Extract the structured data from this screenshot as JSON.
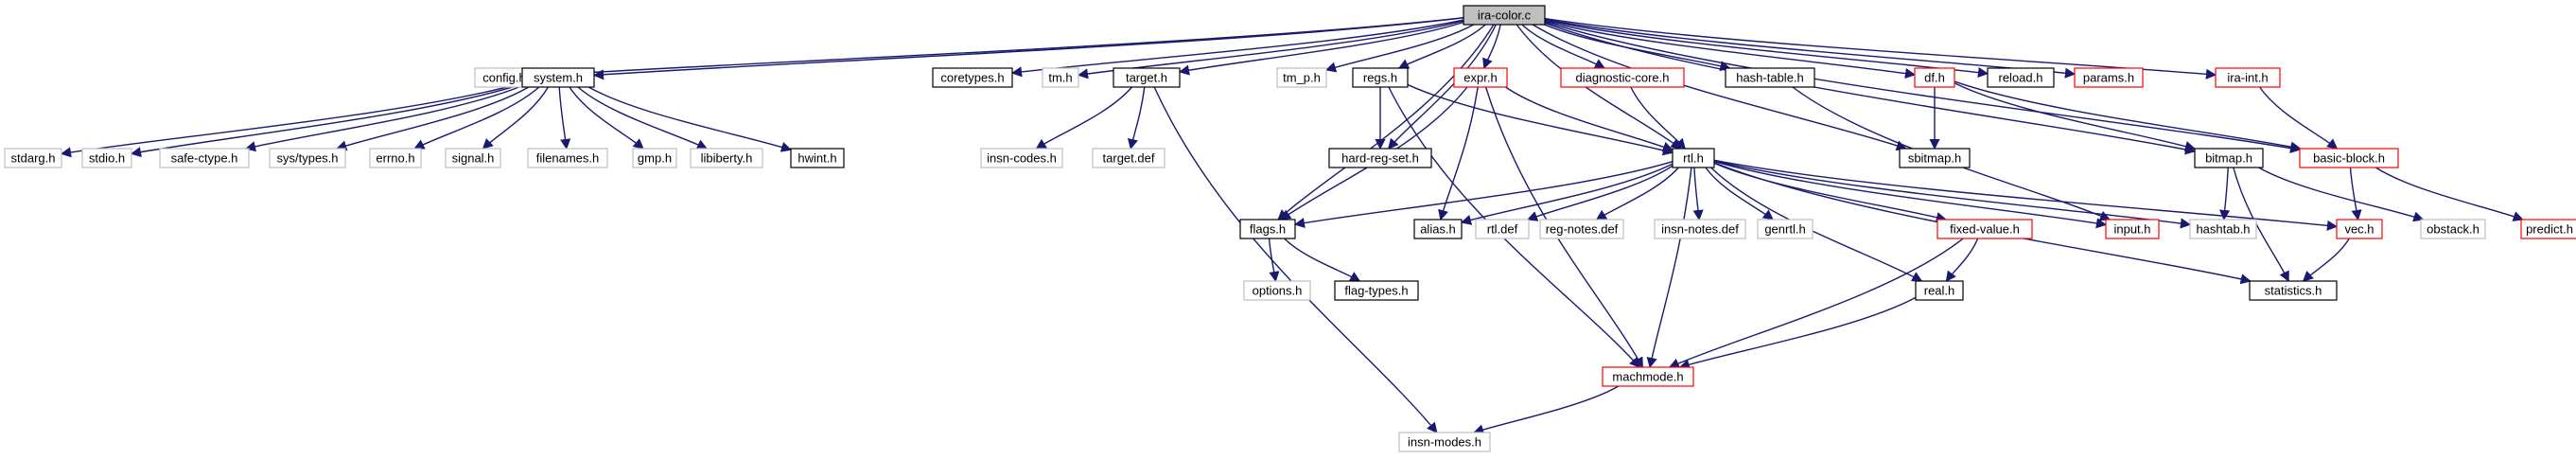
{
  "colors": {
    "edge": "#191970",
    "root_fill": "#bfbfbf",
    "root_border": "#000000",
    "documented_border": "#000000",
    "undocumented_border": "#bfbfbf",
    "incomplete_border": "#ff0000",
    "node_fill": "#ffffff"
  },
  "nodes": [
    {
      "id": "ira-color",
      "label": "ira-color.c",
      "style": "root"
    },
    {
      "id": "config",
      "label": "config.h",
      "style": "undocumented"
    },
    {
      "id": "system",
      "label": "system.h",
      "style": "documented"
    },
    {
      "id": "coretypes",
      "label": "coretypes.h",
      "style": "documented"
    },
    {
      "id": "tm",
      "label": "tm.h",
      "style": "undocumented"
    },
    {
      "id": "target",
      "label": "target.h",
      "style": "documented"
    },
    {
      "id": "tm_p",
      "label": "tm_p.h",
      "style": "undocumented"
    },
    {
      "id": "regs",
      "label": "regs.h",
      "style": "documented"
    },
    {
      "id": "expr",
      "label": "expr.h",
      "style": "incomplete"
    },
    {
      "id": "diagnostic-core",
      "label": "diagnostic-core.h",
      "style": "incomplete"
    },
    {
      "id": "hash-table",
      "label": "hash-table.h",
      "style": "documented"
    },
    {
      "id": "df",
      "label": "df.h",
      "style": "incomplete"
    },
    {
      "id": "reload",
      "label": "reload.h",
      "style": "documented"
    },
    {
      "id": "params",
      "label": "params.h",
      "style": "incomplete"
    },
    {
      "id": "ira-int",
      "label": "ira-int.h",
      "style": "incomplete"
    },
    {
      "id": "stdarg",
      "label": "stdarg.h",
      "style": "undocumented"
    },
    {
      "id": "stdio",
      "label": "stdio.h",
      "style": "undocumented"
    },
    {
      "id": "safe-ctype",
      "label": "safe-ctype.h",
      "style": "undocumented"
    },
    {
      "id": "sys-types",
      "label": "sys/types.h",
      "style": "undocumented"
    },
    {
      "id": "errno",
      "label": "errno.h",
      "style": "undocumented"
    },
    {
      "id": "signal",
      "label": "signal.h",
      "style": "undocumented"
    },
    {
      "id": "filenames",
      "label": "filenames.h",
      "style": "undocumented"
    },
    {
      "id": "gmp",
      "label": "gmp.h",
      "style": "undocumented"
    },
    {
      "id": "libiberty",
      "label": "libiberty.h",
      "style": "undocumented"
    },
    {
      "id": "hwint",
      "label": "hwint.h",
      "style": "documented"
    },
    {
      "id": "insn-codes",
      "label": "insn-codes.h",
      "style": "undocumented"
    },
    {
      "id": "target-def",
      "label": "target.def",
      "style": "undocumented"
    },
    {
      "id": "hard-reg-set",
      "label": "hard-reg-set.h",
      "style": "documented"
    },
    {
      "id": "rtl",
      "label": "rtl.h",
      "style": "documented"
    },
    {
      "id": "sbitmap",
      "label": "sbitmap.h",
      "style": "documented"
    },
    {
      "id": "bitmap",
      "label": "bitmap.h",
      "style": "documented"
    },
    {
      "id": "basic-block",
      "label": "basic-block.h",
      "style": "incomplete"
    },
    {
      "id": "flags",
      "label": "flags.h",
      "style": "documented"
    },
    {
      "id": "alias",
      "label": "alias.h",
      "style": "documented"
    },
    {
      "id": "rtl-def",
      "label": "rtl.def",
      "style": "undocumented"
    },
    {
      "id": "reg-notes",
      "label": "reg-notes.def",
      "style": "undocumented"
    },
    {
      "id": "insn-notes",
      "label": "insn-notes.def",
      "style": "undocumented"
    },
    {
      "id": "genrtl",
      "label": "genrtl.h",
      "style": "undocumented"
    },
    {
      "id": "fixed-value",
      "label": "fixed-value.h",
      "style": "incomplete"
    },
    {
      "id": "input",
      "label": "input.h",
      "style": "incomplete"
    },
    {
      "id": "hashtab",
      "label": "hashtab.h",
      "style": "undocumented"
    },
    {
      "id": "vec",
      "label": "vec.h",
      "style": "incomplete"
    },
    {
      "id": "obstack",
      "label": "obstack.h",
      "style": "undocumented"
    },
    {
      "id": "predict",
      "label": "predict.h",
      "style": "incomplete"
    },
    {
      "id": "options",
      "label": "options.h",
      "style": "undocumented"
    },
    {
      "id": "flag-types",
      "label": "flag-types.h",
      "style": "documented"
    },
    {
      "id": "real",
      "label": "real.h",
      "style": "documented"
    },
    {
      "id": "statistics",
      "label": "statistics.h",
      "style": "documented"
    },
    {
      "id": "machmode",
      "label": "machmode.h",
      "style": "incomplete"
    },
    {
      "id": "insn-modes",
      "label": "insn-modes.h",
      "style": "undocumented"
    }
  ],
  "edges": [
    [
      "ira-color",
      "config"
    ],
    [
      "ira-color",
      "system"
    ],
    [
      "ira-color",
      "coretypes"
    ],
    [
      "ira-color",
      "tm"
    ],
    [
      "ira-color",
      "target"
    ],
    [
      "ira-color",
      "tm_p"
    ],
    [
      "ira-color",
      "regs"
    ],
    [
      "ira-color",
      "expr"
    ],
    [
      "ira-color",
      "diagnostic-core"
    ],
    [
      "ira-color",
      "hash-table"
    ],
    [
      "ira-color",
      "df"
    ],
    [
      "ira-color",
      "reload"
    ],
    [
      "ira-color",
      "params"
    ],
    [
      "ira-color",
      "ira-int"
    ],
    [
      "ira-color",
      "flags"
    ],
    [
      "ira-color",
      "hard-reg-set"
    ],
    [
      "ira-color",
      "rtl"
    ],
    [
      "ira-color",
      "sbitmap"
    ],
    [
      "ira-color",
      "bitmap"
    ],
    [
      "ira-color",
      "basic-block"
    ],
    [
      "system",
      "stdarg"
    ],
    [
      "system",
      "stdio"
    ],
    [
      "system",
      "safe-ctype"
    ],
    [
      "system",
      "sys-types"
    ],
    [
      "system",
      "errno"
    ],
    [
      "system",
      "signal"
    ],
    [
      "system",
      "filenames"
    ],
    [
      "system",
      "gmp"
    ],
    [
      "system",
      "libiberty"
    ],
    [
      "system",
      "hwint"
    ],
    [
      "target",
      "insn-codes"
    ],
    [
      "target",
      "target-def"
    ],
    [
      "target",
      "insn-modes"
    ],
    [
      "regs",
      "hard-reg-set"
    ],
    [
      "regs",
      "machmode"
    ],
    [
      "regs",
      "rtl"
    ],
    [
      "expr",
      "flags"
    ],
    [
      "expr",
      "rtl"
    ],
    [
      "expr",
      "alias"
    ],
    [
      "expr",
      "machmode"
    ],
    [
      "diagnostic-core",
      "rtl"
    ],
    [
      "hash-table",
      "input"
    ],
    [
      "df",
      "sbitmap"
    ],
    [
      "df",
      "bitmap"
    ],
    [
      "df",
      "basic-block"
    ],
    [
      "ira-int",
      "basic-block"
    ],
    [
      "rtl",
      "flags"
    ],
    [
      "rtl",
      "alias"
    ],
    [
      "rtl",
      "rtl-def"
    ],
    [
      "rtl",
      "reg-notes"
    ],
    [
      "rtl",
      "insn-notes"
    ],
    [
      "rtl",
      "genrtl"
    ],
    [
      "rtl",
      "fixed-value"
    ],
    [
      "rtl",
      "input"
    ],
    [
      "rtl",
      "hashtab"
    ],
    [
      "rtl",
      "vec"
    ],
    [
      "rtl",
      "statistics"
    ],
    [
      "rtl",
      "real"
    ],
    [
      "rtl",
      "machmode"
    ],
    [
      "bitmap",
      "hashtab"
    ],
    [
      "bitmap",
      "obstack"
    ],
    [
      "bitmap",
      "statistics"
    ],
    [
      "basic-block",
      "vec"
    ],
    [
      "basic-block",
      "predict"
    ],
    [
      "flags",
      "options"
    ],
    [
      "flags",
      "flag-types"
    ],
    [
      "fixed-value",
      "real"
    ],
    [
      "fixed-value",
      "machmode"
    ],
    [
      "vec",
      "statistics"
    ],
    [
      "real",
      "machmode"
    ],
    [
      "machmode",
      "insn-modes"
    ]
  ]
}
